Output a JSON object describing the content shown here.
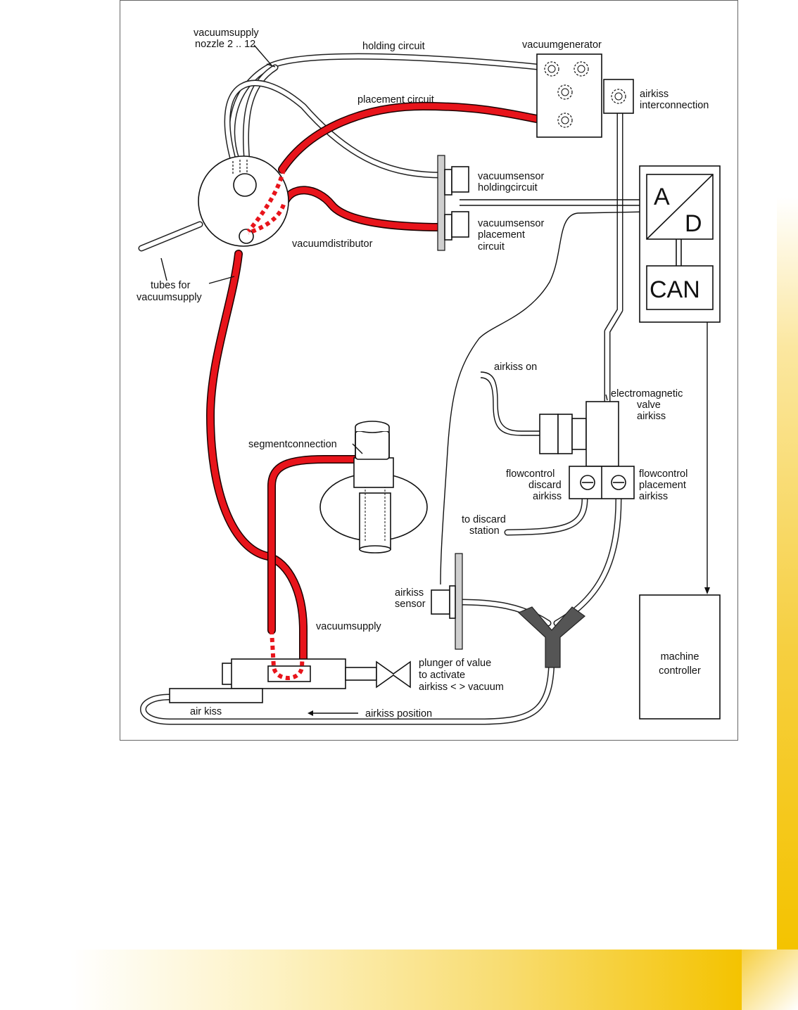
{
  "labels": {
    "vacuumsupply_nozzle_1": "vacuumsupply",
    "vacuumsupply_nozzle_2": "nozzle 2 .. 12",
    "holding_circuit": "holding circuit",
    "vacuumgenerator": "vacuumgenerator",
    "placement_circuit": "placement circuit",
    "airkiss_interconnection_1": "airkiss",
    "airkiss_interconnection_2": "interconnection",
    "vacuumsensor_holding_1": "vacuumsensor",
    "vacuumsensor_holding_2": "holdingcircuit",
    "vacuumsensor_placement_1": "vacuumsensor",
    "vacuumsensor_placement_2": "placement",
    "vacuumsensor_placement_3": "circuit",
    "vacuumdistributor": "vacuumdistributor",
    "tubes_1": "tubes for",
    "tubes_2": "vacuumsupply",
    "ad_a": "A",
    "ad_d": "D",
    "can": "CAN",
    "airkiss_on": "airkiss on",
    "electromagnetic_1": "electromagnetic",
    "electromagnetic_2": "valve",
    "electromagnetic_3": "airkiss",
    "segmentconnection": "segmentconnection",
    "flow_discard_1": "flowcontrol",
    "flow_discard_2": "discard",
    "flow_discard_3": "airkiss",
    "flow_placement_1": "flowcontrol",
    "flow_placement_2": "placement",
    "flow_placement_3": "airkiss",
    "discard_1": "to discard",
    "discard_2": "station",
    "airkiss_sensor_1": "airkiss",
    "airkiss_sensor_2": "sensor",
    "vacuumsupply": "vacuumsupply",
    "plunger_1": "plunger of value",
    "plunger_2": "to activate",
    "plunger_3": "airkiss < > vacuum",
    "machine_1": "machine",
    "machine_2": "controller",
    "air_kiss": "air kiss",
    "airkiss_position": "airkiss position"
  },
  "colors": {
    "vacuum_tube": "#e8141b",
    "air_tube": "#ffffff",
    "y_connector": "#555555",
    "accent_band": "#f4c300"
  }
}
